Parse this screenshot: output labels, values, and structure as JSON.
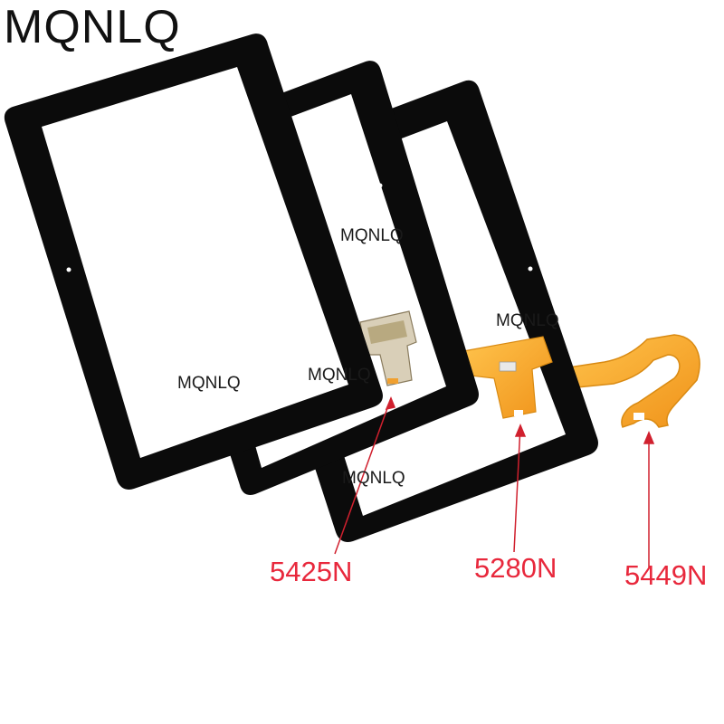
{
  "brand": "MQNLQ",
  "watermarks": [
    "MQNLQ",
    "MQNLQ",
    "MQNLQ",
    "MQNLQ",
    "MQNLQ"
  ],
  "parts": [
    {
      "label": "5425N"
    },
    {
      "label": "5280N"
    },
    {
      "label": "5449N"
    }
  ],
  "colors": {
    "frame": "#0b0b0b",
    "flex_cable": "#f5a623",
    "label": "#e8283c",
    "arrow": "#d0202e"
  }
}
